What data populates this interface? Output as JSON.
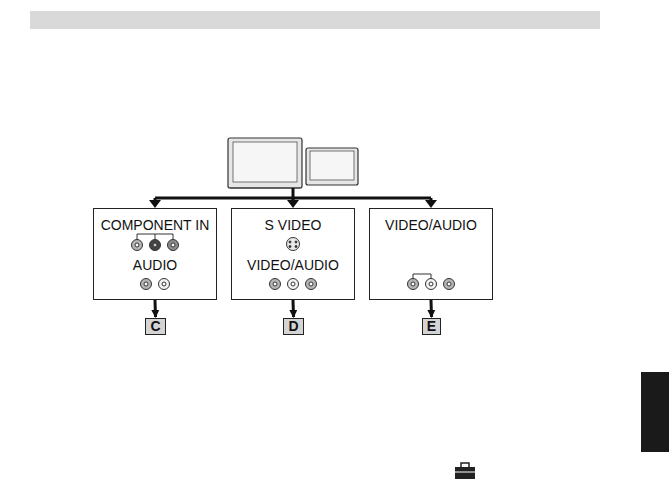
{
  "diagram": {
    "nodes": [
      {
        "text": [
          "COMPONENT IN",
          "AUDIO"
        ]
      },
      {
        "text": [
          "S VIDEO",
          "VIDEO/AUDIO"
        ]
      },
      {
        "text": [
          "VIDEO/AUDIO"
        ]
      },
      {
        "text": [
          "C"
        ]
      },
      {
        "text": [
          "D"
        ]
      },
      {
        "text": [
          "E"
        ]
      }
    ],
    "edges": [
      {
        "from": 0,
        "to": 3,
        "arrow": "to"
      },
      {
        "from": 1,
        "to": 4,
        "arrow": "to"
      },
      {
        "from": 2,
        "to": 5,
        "arrow": "to"
      }
    ]
  }
}
